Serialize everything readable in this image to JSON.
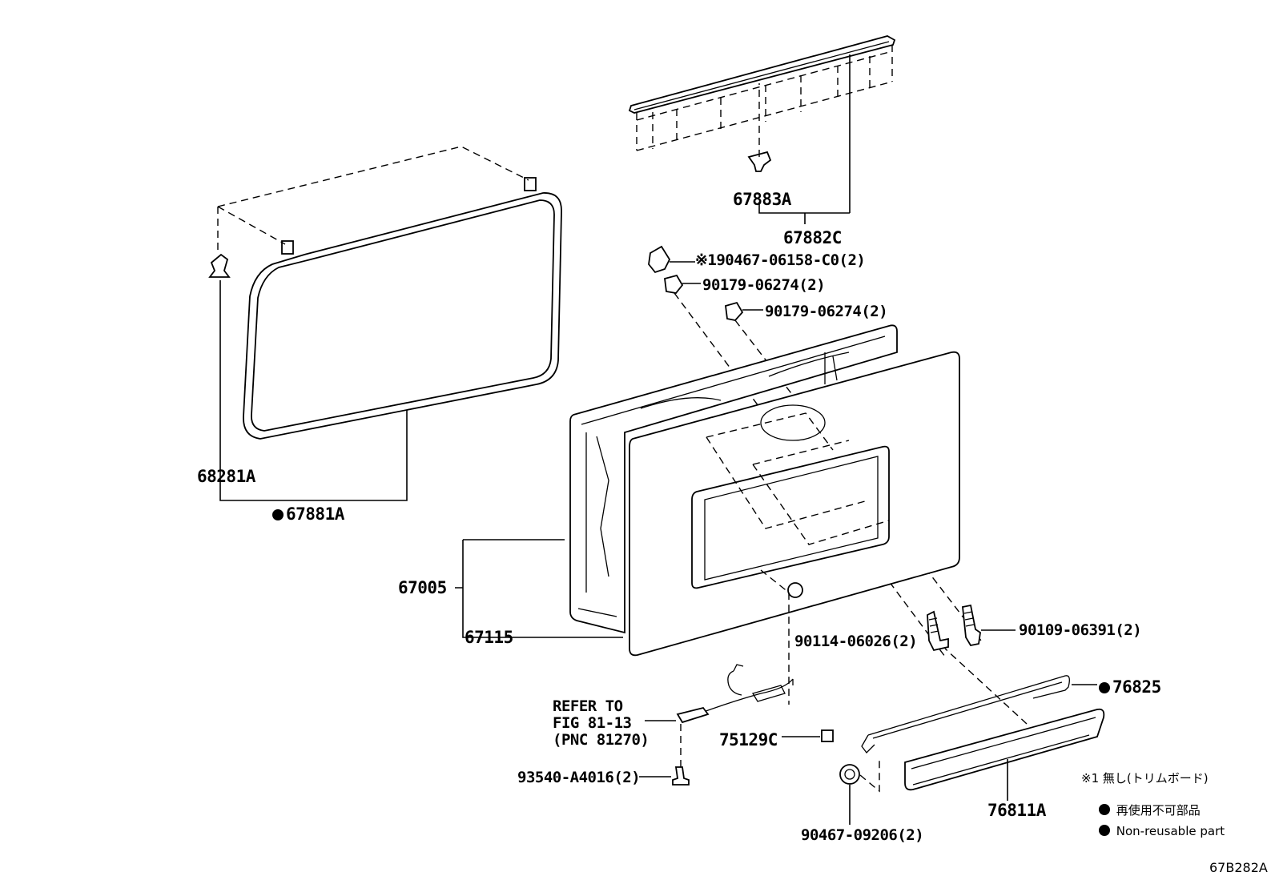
{
  "labels": {
    "p67883A": "67883A",
    "p67882C": "67882C",
    "p90467_06158": "※190467-06158-C0(2)",
    "p90179_a": "90179-06274(2)",
    "p90179_b": "90179-06274(2)",
    "p68281A": "68281A",
    "p67881A": "67881A",
    "p67005": "67005",
    "p67115": "67115",
    "p90114": "90114-06026(2)",
    "p90109": "90109-06391(2)",
    "p76825": "76825",
    "refer_line1": "REFER TO",
    "refer_line2": "FIG 81-13",
    "refer_line3": "(PNC 81270)",
    "p75129C": "75129C",
    "p93540": "93540-A4016(2)",
    "p76811A": "76811A",
    "p90467_09206": "90467-09206(2)",
    "figure_code": "67B282A"
  },
  "legend": {
    "note1": "※1 無し(トリムボード)",
    "jp_nonreusable": "再使用不可部品",
    "en_nonreusable": "Non-reusable part"
  },
  "icons": [
    "bullet-dot-icon"
  ]
}
